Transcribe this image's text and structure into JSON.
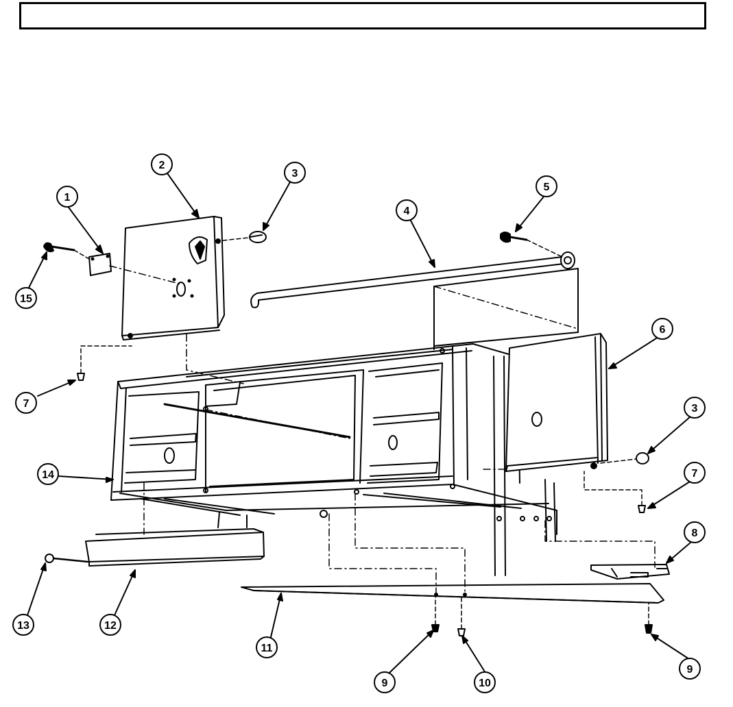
{
  "header": {
    "title": ""
  },
  "figure": {
    "type": "exploded-parts-diagram",
    "callouts": [
      {
        "label": "1",
        "part": "small plate"
      },
      {
        "label": "2",
        "part": "left side panel"
      },
      {
        "label": "3",
        "part": "knob"
      },
      {
        "label": "4",
        "part": "rod"
      },
      {
        "label": "5",
        "part": "screw"
      },
      {
        "label": "6",
        "part": "right side panel"
      },
      {
        "label": "3",
        "part": "knob"
      },
      {
        "label": "7",
        "part": "screw"
      },
      {
        "label": "7",
        "part": "screw"
      },
      {
        "label": "8",
        "part": "bracket"
      },
      {
        "label": "9",
        "part": "screw"
      },
      {
        "label": "9",
        "part": "screw"
      },
      {
        "label": "10",
        "part": "screw"
      },
      {
        "label": "11",
        "part": "bottom panel"
      },
      {
        "label": "12",
        "part": "tray"
      },
      {
        "label": "13",
        "part": "screw"
      },
      {
        "label": "14",
        "part": "frame"
      },
      {
        "label": "15",
        "part": "screw"
      }
    ]
  }
}
